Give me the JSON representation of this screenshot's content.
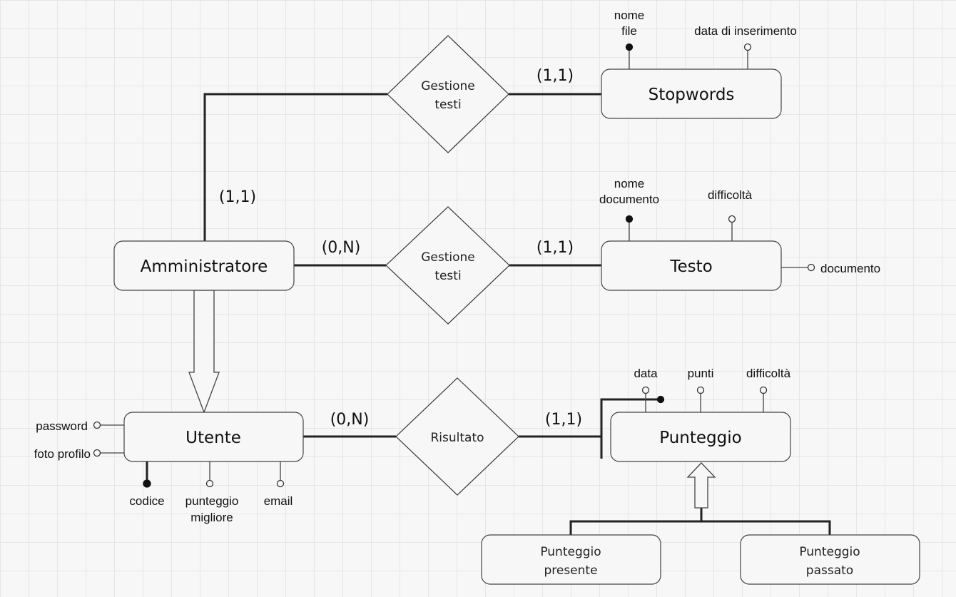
{
  "entities": {
    "stopwords": "Stopwords",
    "amministratore": "Amministratore",
    "testo": "Testo",
    "utente": "Utente",
    "punteggio": "Punteggio",
    "punteggio_presente": [
      "Punteggio",
      "presente"
    ],
    "punteggio_passato": [
      "Punteggio",
      "passato"
    ]
  },
  "relationships": {
    "gestione_testi_top": [
      "Gestione",
      "testi"
    ],
    "gestione_testi_mid": [
      "Gestione",
      "testi"
    ],
    "risultato": "Risultato"
  },
  "cardinalities": {
    "stopwords_top": "(1,1)",
    "admin_top": "(1,1)",
    "admin_mid": "(0,N)",
    "testo_mid": "(1,1)",
    "utente_risultato": "(0,N)",
    "punteggio_risultato": "(1,1)"
  },
  "attributes": {
    "stopwords": {
      "nome_file": [
        "nome",
        "file"
      ],
      "data_inserimento": "data di inserimento"
    },
    "testo": {
      "nome_documento": [
        "nome",
        "documento"
      ],
      "difficolta": "difficoltà",
      "documento": "documento"
    },
    "utente": {
      "password": "password",
      "foto_profilo": "foto profilo",
      "codice": "codice",
      "punteggio_migliore": [
        "punteggio",
        "migliore"
      ],
      "email": "email"
    },
    "punteggio": {
      "data": "data",
      "punti": "punti",
      "difficolta": "difficoltà"
    }
  }
}
